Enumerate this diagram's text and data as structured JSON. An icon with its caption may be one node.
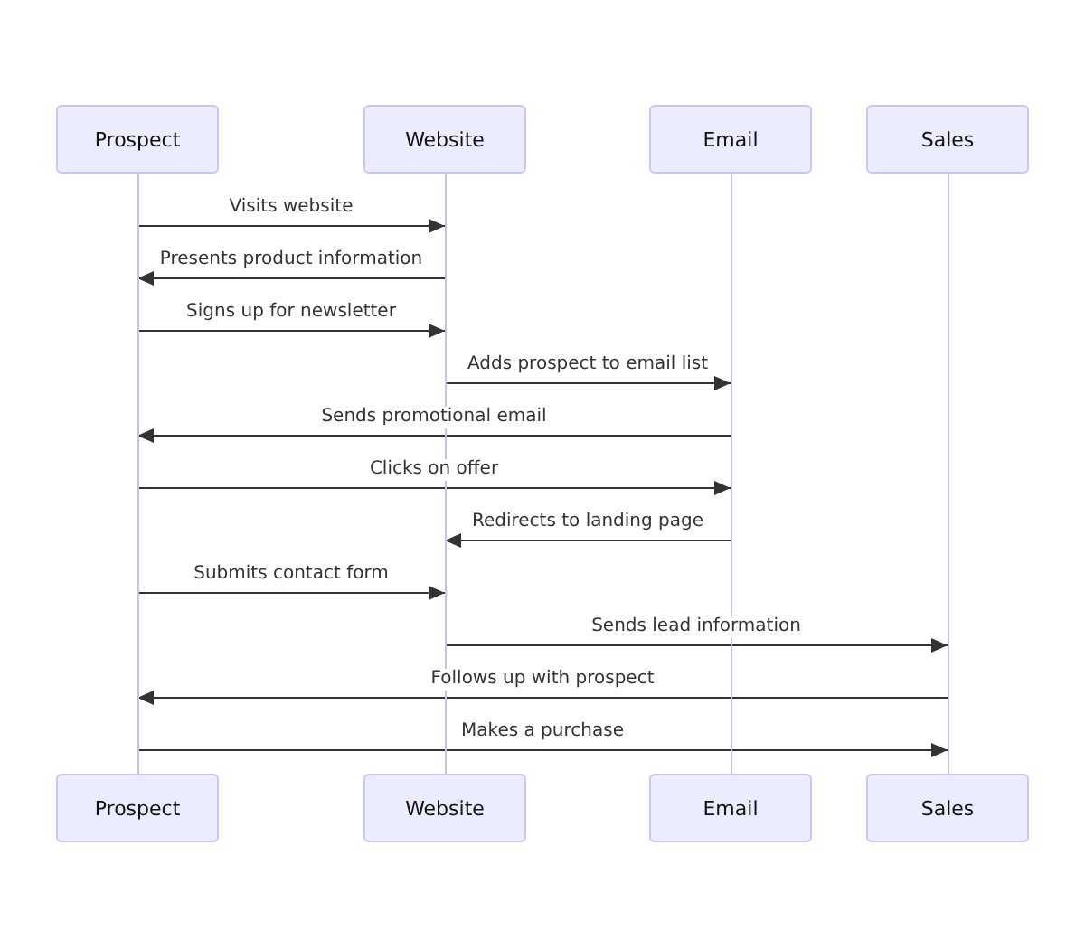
{
  "diagram": {
    "nodes": [
      {
        "text": [
          "Prospect"
        ]
      },
      {
        "text": [
          "Website"
        ]
      },
      {
        "text": [
          "Email"
        ]
      },
      {
        "text": [
          "Sales"
        ]
      },
      {
        "text": [],
        "shape": "line"
      },
      {
        "text": [],
        "shape": "line"
      },
      {
        "text": [],
        "shape": "line"
      },
      {
        "text": [],
        "shape": "line"
      },
      {
        "text": [
          "Prospect"
        ]
      },
      {
        "text": [
          "Website"
        ]
      },
      {
        "text": [
          "Email"
        ]
      },
      {
        "text": [
          "Sales"
        ]
      }
    ],
    "edges": [
      {
        "from": 4,
        "to": 5,
        "arrow": "to",
        "label": "Visits website"
      },
      {
        "from": 5,
        "to": 4,
        "arrow": "to",
        "label": "Presents product information"
      },
      {
        "from": 4,
        "to": 5,
        "arrow": "to",
        "label": "Signs up for newsletter"
      },
      {
        "from": 5,
        "to": 6,
        "arrow": "to",
        "label": "Adds prospect to email list"
      },
      {
        "from": 6,
        "to": 4,
        "arrow": "to",
        "label": "Sends promotional email"
      },
      {
        "from": 4,
        "to": 6,
        "arrow": "to",
        "label": "Clicks on offer"
      },
      {
        "from": 6,
        "to": 5,
        "arrow": "to",
        "label": "Redirects to landing page"
      },
      {
        "from": 4,
        "to": 5,
        "arrow": "to",
        "label": "Submits contact form"
      },
      {
        "from": 5,
        "to": 7,
        "arrow": "to",
        "label": "Sends lead information"
      },
      {
        "from": 7,
        "to": 4,
        "arrow": "to",
        "label": "Follows up with prospect"
      },
      {
        "from": 4,
        "to": 7,
        "arrow": "to",
        "label": "Makes a purchase"
      }
    ]
  }
}
